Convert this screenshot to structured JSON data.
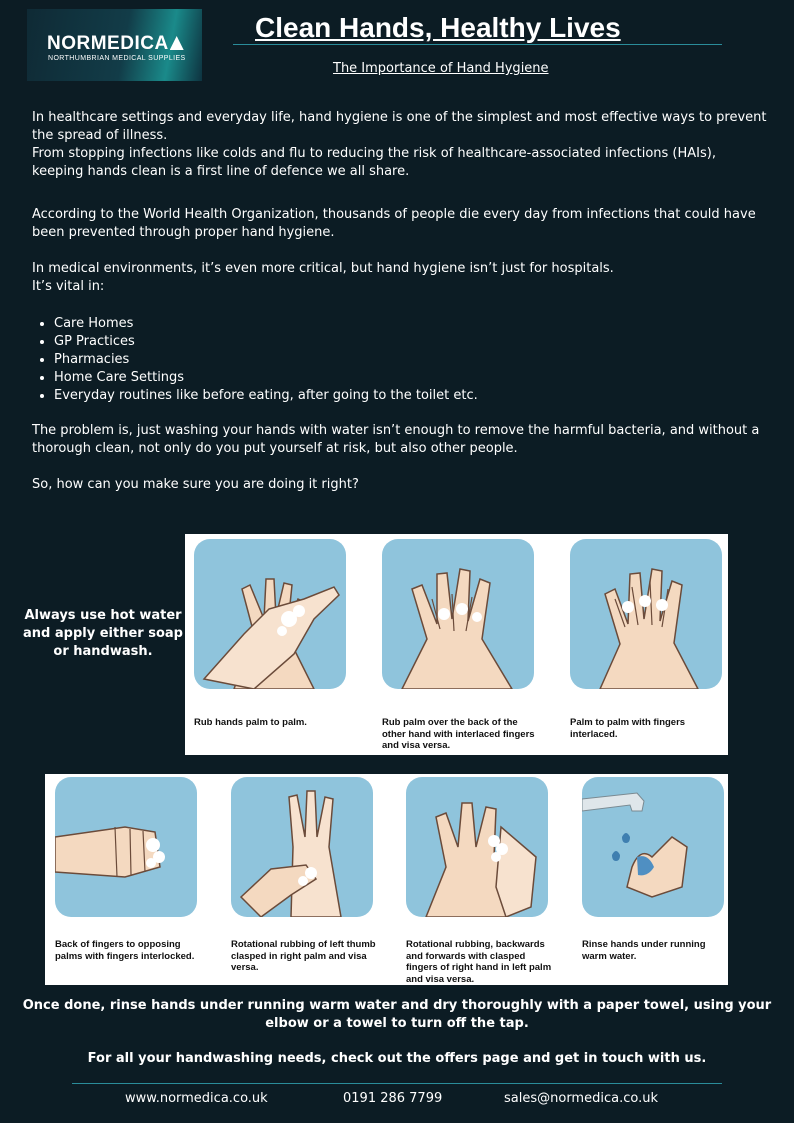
{
  "logo": {
    "brand": "NORMEDICA",
    "tagline": "NORTHUMBRIAN MEDICAL SUPPLIES"
  },
  "header": {
    "title": "Clean Hands, Healthy Lives",
    "subtitle": "The Importance of Hand Hygiene"
  },
  "intro": {
    "p1a": "In healthcare settings and everyday life, hand hygiene is one of the simplest and most effective ways to prevent the spread of illness.",
    "p1b": "From stopping infections like colds and flu to reducing the risk of healthcare-associated infections (HAIs), keeping hands clean is a first line of defence we all share.",
    "p2": "According to the World Health Organization, thousands of people die every day from infections that could have been prevented through proper hand hygiene.",
    "p3a": "In medical environments, it’s even more critical, but hand hygiene isn’t just for hospitals.",
    "p3b": "It’s vital in:",
    "places": [
      "Care Homes",
      "GP Practices",
      "Pharmacies",
      "Home Care Settings",
      "Everyday routines like before eating, after going to the toilet etc."
    ],
    "p4": "The problem is, just washing your hands with water isn’t enough to remove the harmful bacteria, and without a thorough clean, not only do you put yourself at risk, but also other people.",
    "p5": "So, how can you make sure you are doing it right?"
  },
  "side_note": "Always use hot water and apply either soap or handwash.",
  "steps_row1": [
    {
      "caption": "Rub hands palm to palm.",
      "icon": "hands-palm-to-palm-icon"
    },
    {
      "caption": "Rub palm over the back of the other hand with interlaced fingers and visa versa.",
      "icon": "palm-over-back-icon"
    },
    {
      "caption": "Palm to palm with fingers interlaced.",
      "icon": "fingers-interlaced-icon"
    }
  ],
  "steps_row2": [
    {
      "caption": "Back of fingers to opposing palms with fingers interlocked.",
      "icon": "fingers-interlocked-icon"
    },
    {
      "caption": "Rotational rubbing of left thumb clasped in right palm and visa versa.",
      "icon": "thumb-rubbing-icon"
    },
    {
      "caption": "Rotational rubbing, backwards and forwards with clasped fingers of right hand in left palm and visa versa.",
      "icon": "fingertip-rubbing-icon"
    },
    {
      "caption": "Rinse hands under running warm water.",
      "icon": "rinse-under-tap-icon"
    }
  ],
  "closing": {
    "rinse": "Once done, rinse hands under running warm water and dry thoroughly with a paper towel, using your elbow or a towel to turn off the tap.",
    "cta": "For all your handwashing needs, check out the offers page and get in touch with us."
  },
  "footer": {
    "website": "www.normedica.co.uk",
    "phone": "0191 286 7799",
    "email": "sales@normedica.co.uk"
  },
  "colors": {
    "background": "#0c1c24",
    "accent": "#2a8c9a",
    "tile": "#8fc4dc",
    "skin": "#f4d9c0"
  }
}
